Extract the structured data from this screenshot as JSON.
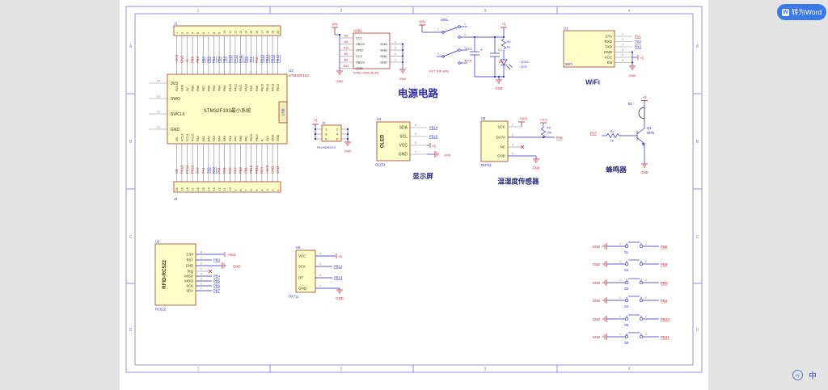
{
  "app": {
    "convert_button": {
      "label": "转为Word",
      "icon_glyph": "W"
    },
    "ime": {
      "badge": "py",
      "mode": "中"
    }
  },
  "frame": {
    "cols": [
      "1",
      "2",
      "3",
      "4"
    ],
    "rows": [
      "A",
      "B",
      "C",
      "D"
    ]
  },
  "schematic": {
    "j1": {
      "ref": "J1",
      "numbers": [
        "1",
        "2",
        "3",
        "4",
        "5",
        "6",
        "7",
        "8",
        "9",
        "10",
        "11",
        "12",
        "13",
        "14",
        "15",
        "16",
        "17",
        "18",
        "19",
        "20"
      ],
      "nets": [
        {
          "t": "+3V3",
          "c": "r"
        },
        {
          "t": "GND",
          "c": "r"
        },
        {
          "t": "+5",
          "c": "r"
        },
        {
          "t": "PB9",
          "c": "r"
        },
        {
          "t": "PB8",
          "c": "r"
        },
        {
          "t": "PB7",
          "c": "b"
        },
        {
          "t": "PB6",
          "c": "b"
        },
        {
          "t": "PB5",
          "c": "b"
        },
        {
          "t": "PB4",
          "c": "b"
        },
        {
          "t": "PB3",
          "c": "b"
        },
        {
          "t": "PA15",
          "c": "b"
        },
        {
          "t": "PA12",
          "c": "b"
        },
        {
          "t": "PA11",
          "c": "b"
        },
        {
          "t": "RX1",
          "c": "b"
        },
        {
          "t": "TX1",
          "c": "b"
        },
        {
          "t": "PA8",
          "c": "r"
        },
        {
          "t": "PB15",
          "c": "b"
        },
        {
          "t": "PB14",
          "c": "b"
        },
        {
          "t": "PB13",
          "c": "b"
        },
        {
          "t": "PB12",
          "c": "b"
        }
      ]
    },
    "mcu": {
      "ref": "U2",
      "part": "STM32F103",
      "title": "STM32F103最小系统",
      "usb_tab": "USB",
      "top": [
        "3V3",
        "GND",
        "5V",
        "PB9",
        "PB8",
        "PB7",
        "PB6",
        "PB5",
        "PB4",
        "PB3",
        "PA15",
        "PA12",
        "PA11",
        "PA10",
        "PA9",
        "PA8",
        "PB15",
        "PB14",
        "PB13",
        "PB12"
      ],
      "bottom": [
        "VB",
        "PC13",
        "PC14",
        "PC15",
        "PA0",
        "PA1",
        "PA2",
        "PA3",
        "PA4",
        "PA5",
        "PA6",
        "PA7",
        "PB0",
        "PB1",
        "PB10",
        "PB11",
        "R",
        "3V3",
        "GND",
        "GND"
      ],
      "left": [
        {
          "num": "24",
          "name": "3V3"
        },
        {
          "num": "23",
          "name": "SWO"
        },
        {
          "num": "22",
          "name": "SWCLK"
        },
        {
          "num": "21",
          "name": "GND"
        }
      ]
    },
    "j2": {
      "ref": "J2",
      "numbers": [
        "20",
        "19",
        "18",
        "17",
        "16",
        "15",
        "14",
        "13",
        "12",
        "11",
        "10",
        "9",
        "8",
        "7",
        "6",
        "5",
        "4",
        "3",
        "2",
        "1"
      ],
      "nets": [
        {
          "t": "VB",
          "c": "r"
        },
        {
          "t": "PC13",
          "c": "r"
        },
        {
          "t": "PC14",
          "c": "r"
        },
        {
          "t": "PC15",
          "c": "r"
        },
        {
          "t": "PA0",
          "c": "r"
        },
        {
          "t": "PA1",
          "c": "r"
        },
        {
          "t": "TX2",
          "c": "b"
        },
        {
          "t": "RX2",
          "c": "b"
        },
        {
          "t": "PA4",
          "c": "r"
        },
        {
          "t": "PA5",
          "c": "r"
        },
        {
          "t": "PA6",
          "c": "r"
        },
        {
          "t": "PA7",
          "c": "r"
        },
        {
          "t": "PB0",
          "c": "r"
        },
        {
          "t": "PB1",
          "c": "r"
        },
        {
          "t": "PB10",
          "c": "r"
        },
        {
          "t": "PB11",
          "c": "r"
        },
        {
          "t": "RST",
          "c": "r"
        },
        {
          "t": "+3V3",
          "c": "r"
        },
        {
          "t": "GND",
          "c": "r"
        },
        {
          "t": "GND",
          "c": "r"
        }
      ]
    },
    "usb": {
      "ref": "USB1",
      "part": "TYPEC-250D-BCP6",
      "vin": "VIN",
      "gnd_left": "GND",
      "gnd_right": "GND",
      "left_pins": [
        "A5",
        "A9",
        "A12",
        "B5",
        "B9",
        "B12"
      ],
      "inner_left": [
        "CC1",
        "VBUS",
        "GND",
        "CC2",
        "VBUS",
        "GND"
      ],
      "inner_right": [
        "GND",
        "GND",
        "GND",
        "GND"
      ],
      "right_nums": [
        "4",
        "3",
        "2",
        "1"
      ]
    },
    "power": {
      "title": "电源电路",
      "vin": "VIN",
      "sw_ref": "SW1",
      "sw_part": "KFT DIP-8X8",
      "sw_nums": [
        "1",
        "2",
        "3",
        "4",
        "5",
        "6"
      ],
      "ec_ref": "EC1",
      "ec_val": "22uF",
      "plus": "+",
      "c_ref": "C1",
      "c_val": "104",
      "r_ref": "R1",
      "r_val": "1k",
      "led_ref": "LED1",
      "led_val": "LED",
      "v5": "+5",
      "gnd": "GND"
    },
    "wifi": {
      "ref": "U1",
      "inner": "WiFi",
      "label": "WiFi",
      "v5": "+5",
      "gnd": "GND",
      "pins": [
        {
          "name": "STA",
          "num": "1",
          "net": "PA1",
          "c": "r"
        },
        {
          "name": "RXD",
          "num": "2",
          "net": "TX2",
          "c": "b"
        },
        {
          "name": "TXD",
          "num": "3",
          "net": "RX2",
          "c": "b"
        },
        {
          "name": "GND",
          "num": "4",
          "net": "",
          "c": ""
        },
        {
          "name": "VCC",
          "num": "5",
          "net": "",
          "c": ""
        },
        {
          "name": "EN",
          "num": "6",
          "net": "",
          "c": ""
        }
      ]
    },
    "j4": {
      "ref": "J4",
      "part": "Pin HDR2X3",
      "left_nums": [
        "1",
        "3",
        "5"
      ],
      "right_nums": [
        "2",
        "4",
        "6"
      ],
      "v5": "+5",
      "gnd": "GND"
    },
    "oled": {
      "ref": "U4",
      "name": "OLED",
      "label": "OLED",
      "caption": "显示屏",
      "v5": "+5",
      "gnd": "GND",
      "pins": [
        {
          "name": "SDA",
          "num": "4",
          "net": "PB14"
        },
        {
          "name": "SCL",
          "num": "3",
          "net": "PB15"
        },
        {
          "name": "VCC",
          "num": "2",
          "net": ""
        },
        {
          "name": "GND",
          "num": "1",
          "net": ""
        }
      ]
    },
    "dht": {
      "ref": "U5",
      "part": "DHT11",
      "caption": "温湿度传感器",
      "vcc_net": "+3V3",
      "data_net": "PA8",
      "r_ref": "R9",
      "r_val": "10K",
      "r_net": "+3V3",
      "gnd": "GND",
      "pins": [
        {
          "name": "VCC",
          "num": "1"
        },
        {
          "name": "DATA",
          "num": "2"
        },
        {
          "name": "NC",
          "num": "3"
        },
        {
          "name": "GND",
          "num": "4"
        }
      ]
    },
    "buzzer": {
      "caption": "蜂鸣器",
      "b_ref": "B1",
      "q_ref": "Q1",
      "q_type": "NPN",
      "r_ref": "R2",
      "r_val": "1K",
      "in_net": "PA7",
      "v5": "+5",
      "gnd": "GND"
    },
    "rfid": {
      "ref": "U3",
      "name": "RFID-RC522",
      "part": "RC522",
      "pwr_net": "+3V3",
      "gnd": "GND",
      "pins": [
        {
          "name": "3.3V",
          "num": "8",
          "type": "pwr",
          "net": ""
        },
        {
          "name": "RST",
          "num": "7",
          "type": "net",
          "net": "PB3"
        },
        {
          "name": "GND",
          "num": "6",
          "type": "gnd",
          "net": ""
        },
        {
          "name": "IRQ",
          "num": "5",
          "type": "nc",
          "net": ""
        },
        {
          "name": "MISO",
          "num": "4",
          "type": "net",
          "net": "PB4"
        },
        {
          "name": "MOSI",
          "num": "3",
          "type": "net",
          "net": "PB5"
        },
        {
          "name": "SCK",
          "num": "2",
          "type": "net",
          "net": "PB6"
        },
        {
          "name": "SDA",
          "num": "1",
          "type": "net",
          "net": "PB7"
        }
      ]
    },
    "hx": {
      "ref": "U6",
      "part": "HX711",
      "v5": "+5",
      "gnd": "GND",
      "pins": [
        {
          "name": "VCC",
          "num": "4",
          "type": "pwr",
          "net": ""
        },
        {
          "name": "SCK",
          "num": "3",
          "type": "net",
          "net": "PB12"
        },
        {
          "name": "DT",
          "num": "2",
          "type": "net",
          "net": "PB13"
        },
        {
          "name": "GND",
          "num": "1",
          "type": "gnd",
          "net": ""
        }
      ]
    },
    "buttons": {
      "gnd": "GND",
      "n1": "1",
      "n2": "2",
      "items": [
        {
          "ref": "S1",
          "net": "PB8"
        },
        {
          "ref": "S2",
          "net": "PB9"
        },
        {
          "ref": "S3",
          "net": "PB0"
        },
        {
          "ref": "S4",
          "net": "PB1"
        },
        {
          "ref": "S5",
          "net": "PB10"
        },
        {
          "ref": "S6",
          "net": "PB11"
        }
      ]
    }
  }
}
